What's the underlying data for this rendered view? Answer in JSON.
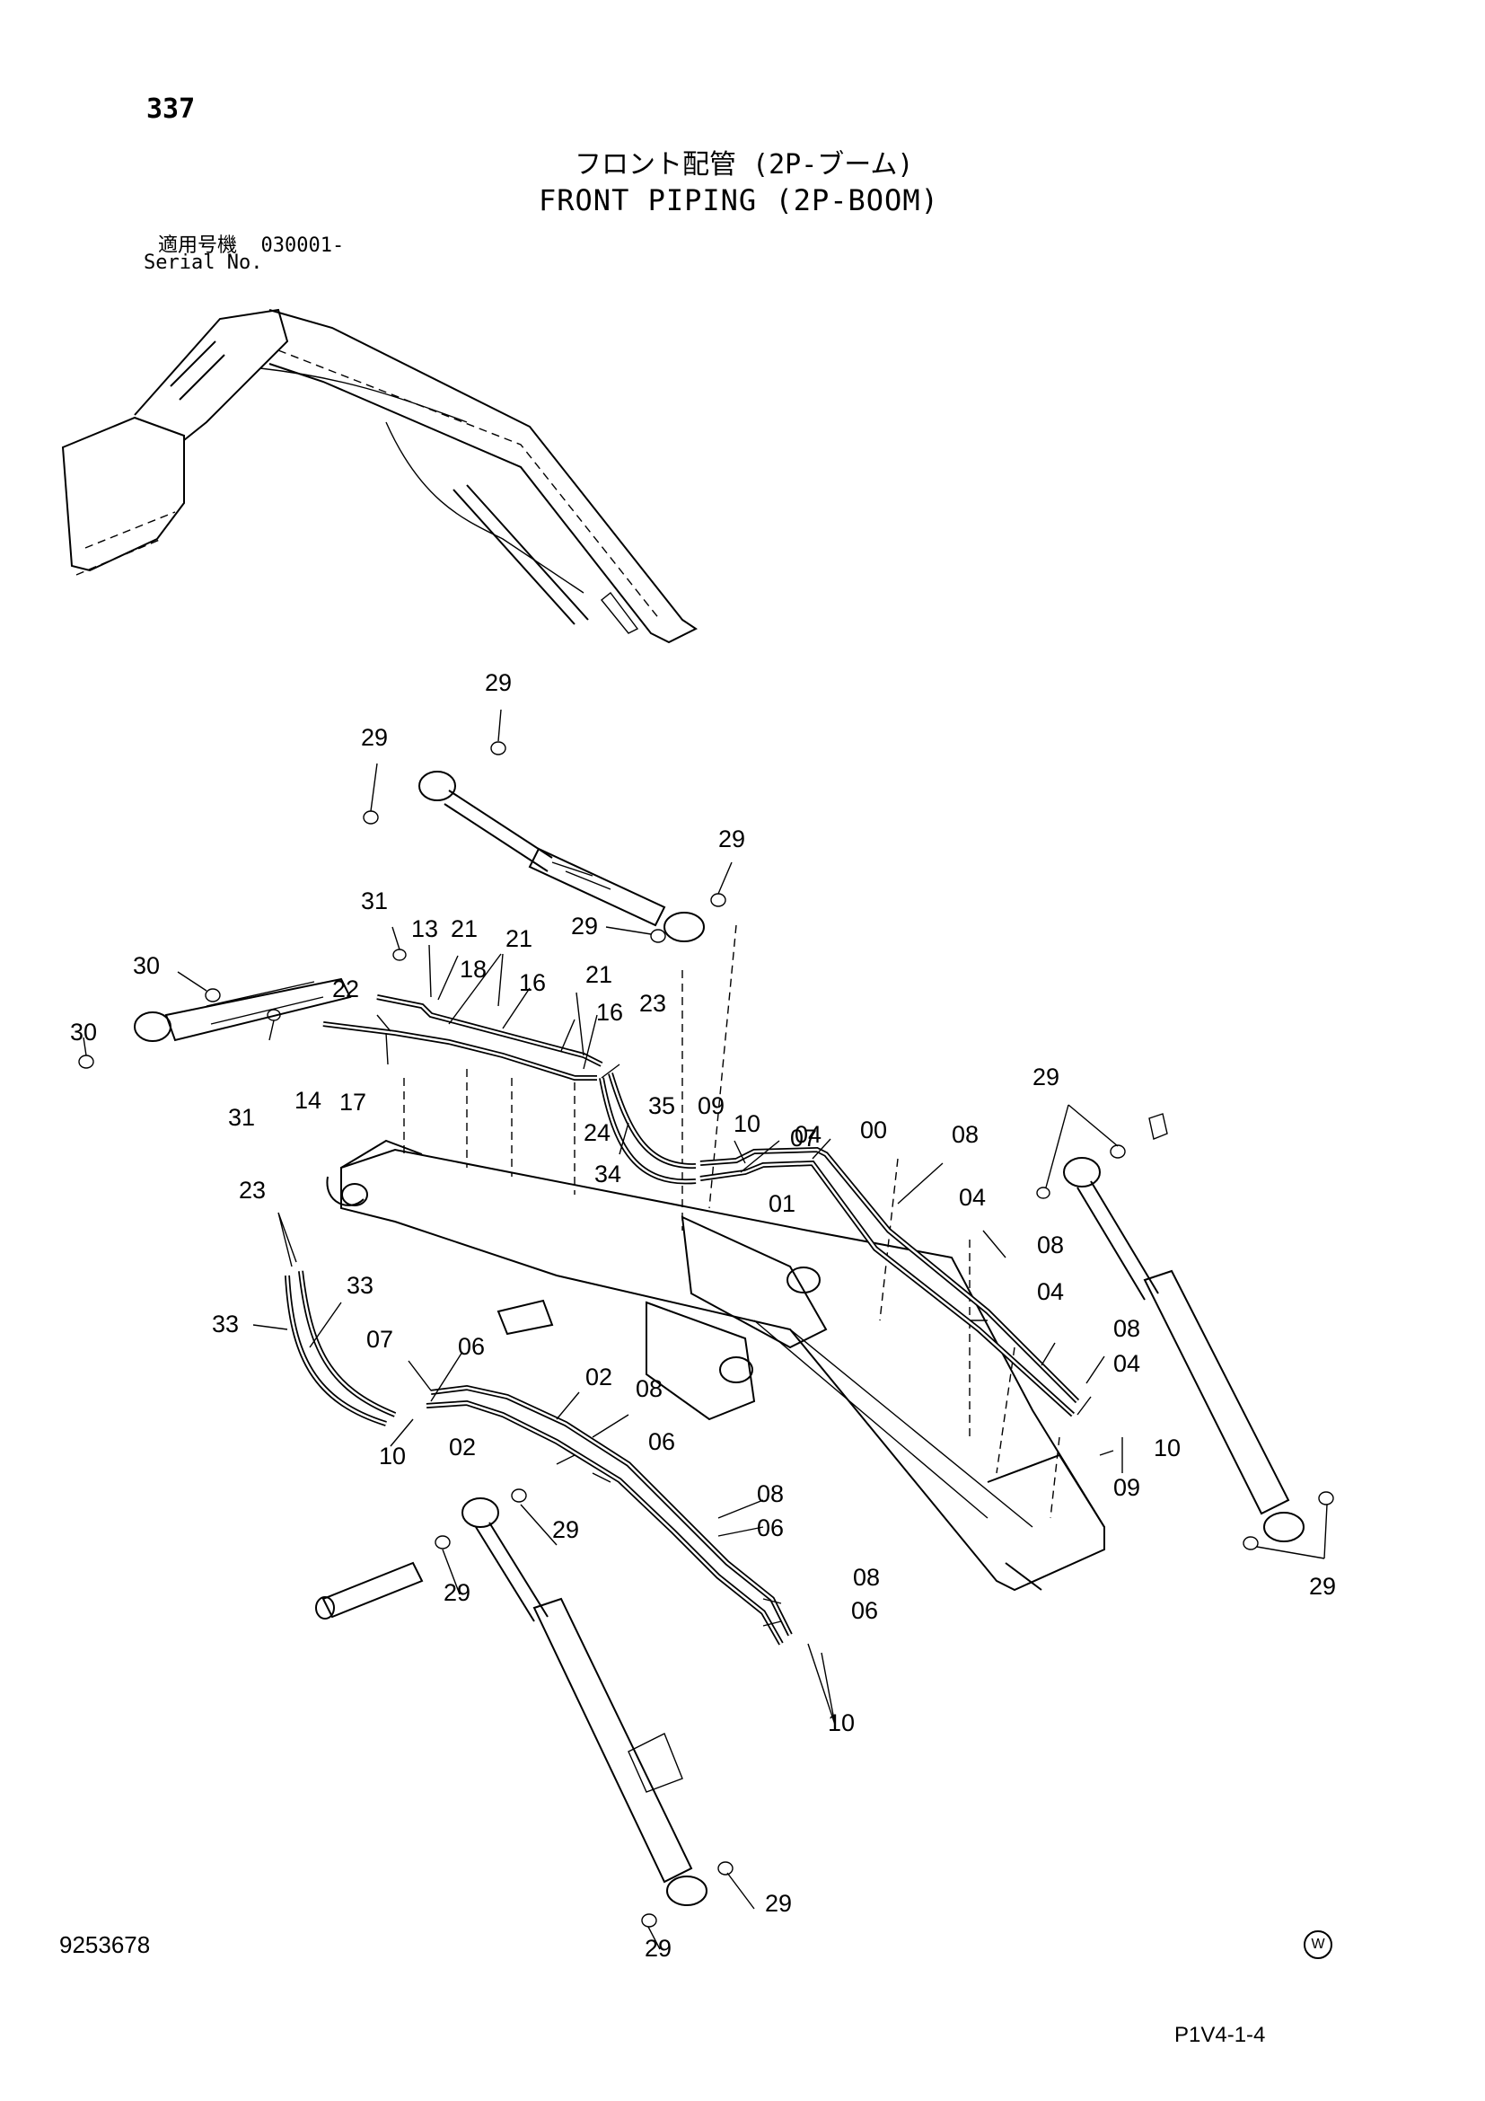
{
  "header": {
    "page_number": "337",
    "title_jp": "フロント配管 (2P-ブーム)",
    "title_en": "FRONT PIPING (2P-BOOM)",
    "serial_label_jp": "適用号機",
    "serial_value": "030001-",
    "serial_label_en": "Serial No."
  },
  "footer": {
    "doc_number": "9253678",
    "page_code": "P1V4-1-4",
    "mark": "W"
  },
  "callouts": [
    {
      "id": "c29a",
      "text": "29"
    },
    {
      "id": "c29b",
      "text": "29"
    },
    {
      "id": "c29c",
      "text": "29"
    },
    {
      "id": "c29d",
      "text": "29"
    },
    {
      "id": "c31a",
      "text": "31"
    },
    {
      "id": "c13",
      "text": "13"
    },
    {
      "id": "c21a",
      "text": "21"
    },
    {
      "id": "c21b",
      "text": "21"
    },
    {
      "id": "c18",
      "text": "18"
    },
    {
      "id": "c16a",
      "text": "16"
    },
    {
      "id": "c21c",
      "text": "21"
    },
    {
      "id": "c16b",
      "text": "16"
    },
    {
      "id": "c30a",
      "text": "30"
    },
    {
      "id": "c22",
      "text": "22"
    },
    {
      "id": "c23a",
      "text": "23"
    },
    {
      "id": "c30b",
      "text": "30"
    },
    {
      "id": "c31b",
      "text": "31"
    },
    {
      "id": "c14",
      "text": "14"
    },
    {
      "id": "c17",
      "text": "17"
    },
    {
      "id": "c10a",
      "text": "10"
    },
    {
      "id": "c07a",
      "text": "07"
    },
    {
      "id": "c35",
      "text": "35"
    },
    {
      "id": "c09a",
      "text": "09"
    },
    {
      "id": "c04a",
      "text": "04"
    },
    {
      "id": "c24",
      "text": "24"
    },
    {
      "id": "c00",
      "text": "00"
    },
    {
      "id": "c08a",
      "text": "08"
    },
    {
      "id": "c29e",
      "text": "29"
    },
    {
      "id": "c34",
      "text": "34"
    },
    {
      "id": "c01",
      "text": "01"
    },
    {
      "id": "c04b",
      "text": "04"
    },
    {
      "id": "c23b",
      "text": "23"
    },
    {
      "id": "c08b",
      "text": "08"
    },
    {
      "id": "c04c",
      "text": "04"
    },
    {
      "id": "c33a",
      "text": "33"
    },
    {
      "id": "c33b",
      "text": "33"
    },
    {
      "id": "c07b",
      "text": "07"
    },
    {
      "id": "c06a",
      "text": "06"
    },
    {
      "id": "c02a",
      "text": "02"
    },
    {
      "id": "c08c",
      "text": "08"
    },
    {
      "id": "c04d",
      "text": "04"
    },
    {
      "id": "c08d",
      "text": "08"
    },
    {
      "id": "c10b",
      "text": "10"
    },
    {
      "id": "c02b",
      "text": "02"
    },
    {
      "id": "c06b",
      "text": "06"
    },
    {
      "id": "c10c",
      "text": "10"
    },
    {
      "id": "c09b",
      "text": "09"
    },
    {
      "id": "c08e",
      "text": "08"
    },
    {
      "id": "c29f",
      "text": "29"
    },
    {
      "id": "c06c",
      "text": "06"
    },
    {
      "id": "c29g",
      "text": "29"
    },
    {
      "id": "c29h",
      "text": "29"
    },
    {
      "id": "c08f",
      "text": "08"
    },
    {
      "id": "c06d",
      "text": "06"
    },
    {
      "id": "c10d",
      "text": "10"
    },
    {
      "id": "c29i",
      "text": "29"
    },
    {
      "id": "c29j",
      "text": "29"
    }
  ]
}
